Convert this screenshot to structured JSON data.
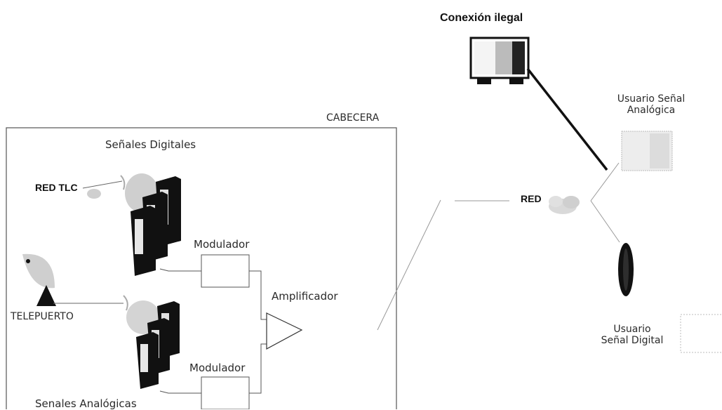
{
  "diagram": {
    "illegal_connection_label": "Conexión ilegal",
    "headend_label": "CABECERA",
    "digital_signals_label": "Señales Digitales",
    "analog_signals_label": "Senales Analógicas",
    "tlc_network_label": "RED TLC",
    "teleport_label": "TELEPUERTO",
    "modulator_top_label": "Modulador",
    "modulator_bottom_label": "Modulador",
    "amplifier_label": "Amplificador",
    "network_label": "RED",
    "analog_user_label_line1": "Usuario Señal",
    "analog_user_label_line2": "Analógica",
    "digital_user_label_line1": "Usuario",
    "digital_user_label_line2": "Señal Digital"
  },
  "icons": {
    "tv": "tv-icon",
    "server_stack": "server-stack-icon",
    "satellite_dish": "satellite-dish-icon",
    "cloud": "cloud-icon",
    "decoder": "decoder-icon",
    "amplifier": "amplifier-triangle-icon"
  }
}
